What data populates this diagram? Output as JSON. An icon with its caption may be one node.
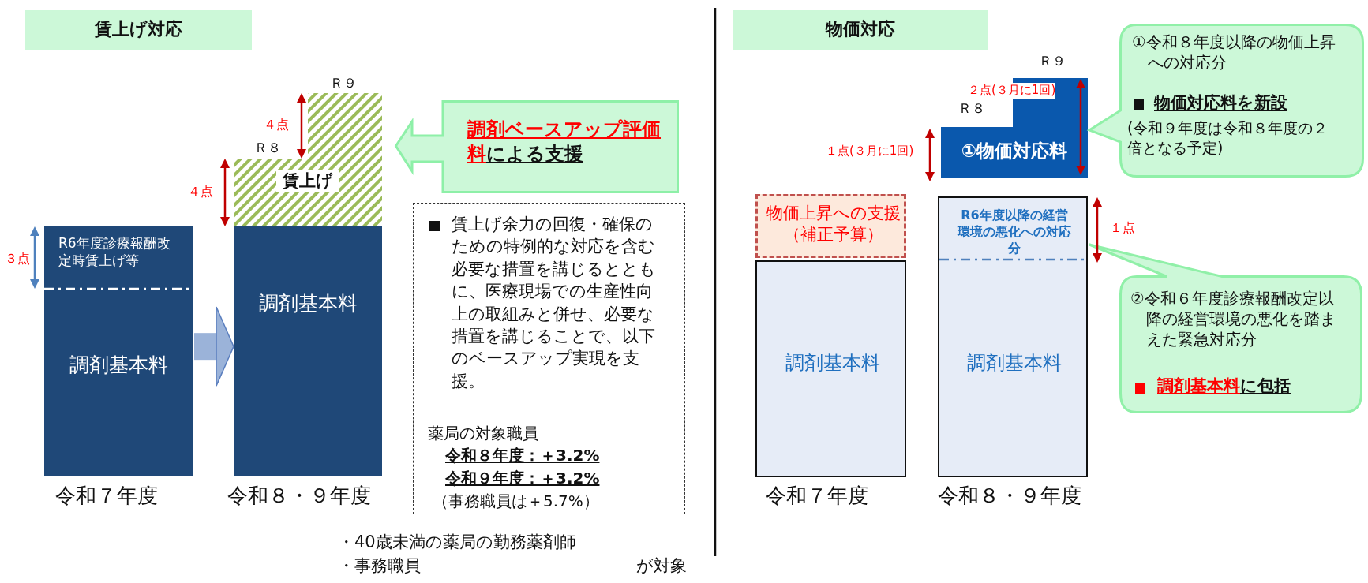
{
  "diagram": {
    "nodes": [
      {
        "text": [
          "賃上げ対応"
        ]
      },
      {
        "text": [
          "R6年度診療報酬改定時賃上げ等",
          "調剤基本料"
        ],
        "beside": [
          "令和７年度"
        ]
      },
      {
        "text": [
          "調剤基本料"
        ],
        "beside": [
          "令和８・９年度"
        ]
      },
      {
        "text": [
          "賃上げ"
        ],
        "beside": [
          "Ｒ９",
          "Ｒ８"
        ]
      },
      {
        "text": [
          "調剤ベースアップ評価料",
          "による支援"
        ]
      },
      {
        "text": [
          "賃上げ余力の回復・確保のための特例的な対応を含む必要な措置を講じるとともに、医療現場での生産性向上の取組みと併せ、必要な措置を講じることで、以下のベースアップ実現を支援。",
          "薬局の対象職員",
          "令和８年度：＋3.2%",
          "令和９年度：＋3.2%",
          "（事務職員は＋5.7%）"
        ]
      },
      {
        "text": [
          "物価対応"
        ]
      },
      {
        "text": [
          "①物価対応料"
        ],
        "beside": [
          "Ｒ９",
          "Ｒ８"
        ]
      },
      {
        "text": [
          "①令和８年度以降の物価上昇への対応分",
          "物価対応料を新設",
          "(令和９年度は令和８年度の２倍となる予定)"
        ]
      },
      {
        "text": [
          "物価上昇への支援（補正予算）"
        ]
      },
      {
        "text": [
          "調剤基本料"
        ],
        "beside": [
          "令和７年度"
        ]
      },
      {
        "text": [
          "R6年度以降の経営環境の悪化への対応分",
          "調剤基本料"
        ],
        "beside": [
          "令和８・９年度"
        ]
      },
      {
        "text": [
          "②令和６年度診療報酬改定以降の経営環境の悪化を踏まえた緊急対応分",
          "調剤基本料",
          "に包括"
        ]
      }
    ],
    "edges": [
      {
        "from": 1,
        "to": 2,
        "arrow": "to"
      }
    ],
    "labels": [
      "４点",
      "４点",
      "３点",
      "・40歳未満の薬局の勤務薬剤師",
      "・事務職員",
      "が対象",
      "２点(３月に1回)",
      "１点(３月に1回)",
      "１点"
    ]
  }
}
